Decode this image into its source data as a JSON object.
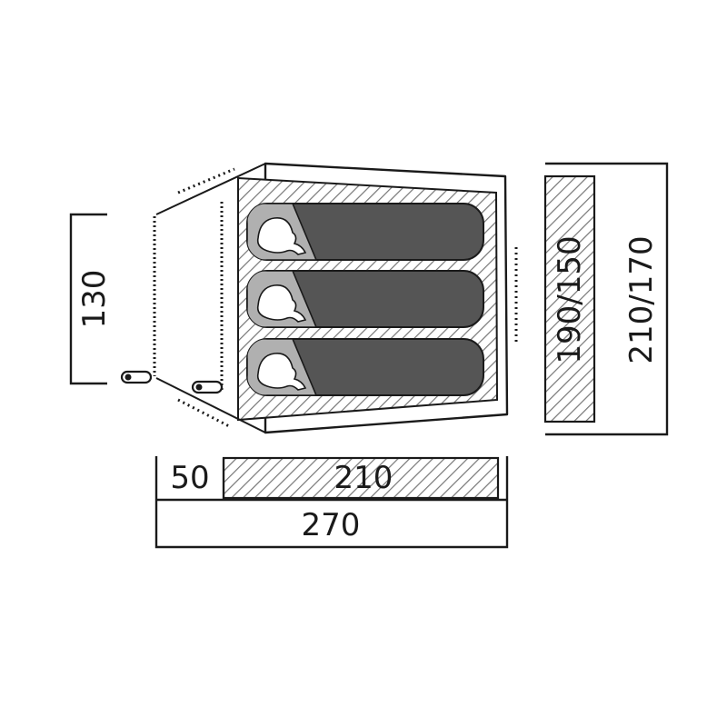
{
  "dimensions": {
    "vestibule_width": "130",
    "vestibule_depth": "50",
    "inner_length": "210",
    "total_length": "270",
    "inner_width": "190/150",
    "outer_width": "210/170"
  },
  "layout": {
    "sleeping_pads": 3,
    "door_pegs": 2
  },
  "colors": {
    "line": "#1a1a1a",
    "pad": "#555555",
    "pillow": "#b0b0b0",
    "hatch": "#777777",
    "background": "#ffffff"
  }
}
